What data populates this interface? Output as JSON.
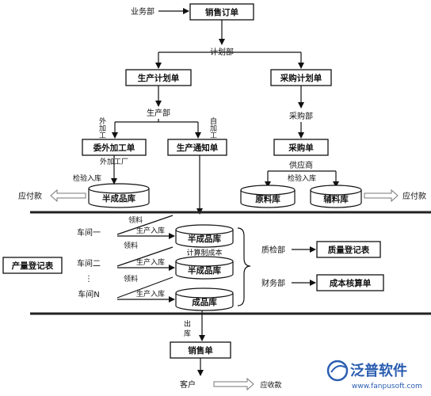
{
  "depts": {
    "business": "业务部",
    "planning": "计划部",
    "production": "生产部",
    "purchasing": "采购部",
    "qc": "质检部",
    "finance": "财务部"
  },
  "boxes": {
    "sales_order": "销售订单",
    "production_plan": "生产计划单",
    "purchase_plan": "采购计划单",
    "outsource_order": "委外加工单",
    "production_notice": "生产通知单",
    "purchase_order": "采购单",
    "production_log": "产量登记表",
    "quality_log": "质量登记表",
    "cost_calc": "成本核算单",
    "sales_slip": "销售单"
  },
  "stores": {
    "semi_finished_top": "半成品库",
    "raw_material": "原料库",
    "auxiliary_material": "辅料库",
    "semi_finished_1": "半成品库",
    "semi_finished_2": "半成品库",
    "finished_goods": "成品库"
  },
  "labels": {
    "outsourcing_left": "外加工",
    "outsourcing_right": "自加工",
    "outsource_factory": "外加工厂",
    "supplier": "供应商",
    "inspect_in_left": "检验入库",
    "inspect_in_right": "检验入库",
    "payable_left": "应付款",
    "payable_right": "应付款",
    "workshop_1": "车间一",
    "workshop_2": "车间二",
    "workshop_dots": "⋮",
    "workshop_n": "车间N",
    "pick_1": "领料",
    "pick_2": "领料",
    "pick_3": "领料",
    "produce_in_1": "生产入库",
    "produce_in_2": "生产入库",
    "produce_in_3": "生产入库",
    "calc_cost": "计算制成本",
    "outbound_1": "出",
    "outbound_2": "库",
    "customer": "客户",
    "receivable": "应收款"
  },
  "logo": {
    "name": "泛普软件",
    "url": "www.fanpusoft.com"
  },
  "colors": {
    "ink": "#111111",
    "logo_blue": "#2a5db0",
    "hollow_arrow": "#777777"
  }
}
